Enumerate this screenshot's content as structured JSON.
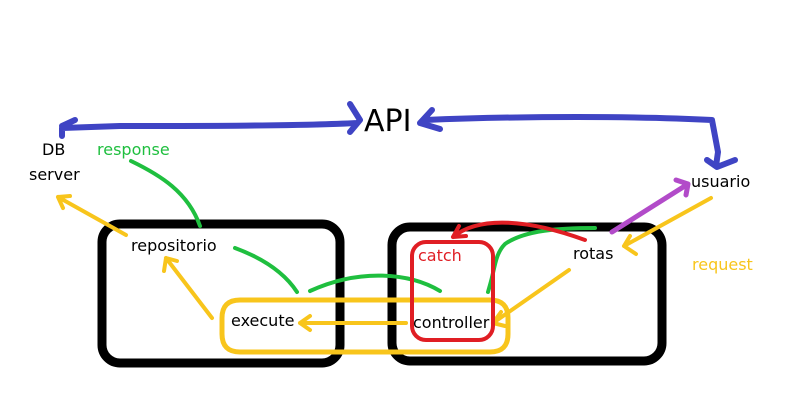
{
  "labels": {
    "api": "API",
    "db_line1": "DB",
    "db_line2": "server",
    "response": "response",
    "repositorio": "repositorio",
    "execute": "execute",
    "catch": "catch",
    "controller": "controller",
    "rotas": "rotas",
    "usuario": "usuario",
    "request": "request"
  },
  "colors": {
    "blue": "#3f44c4",
    "green": "#1fbf3f",
    "yellow": "#f8c51c",
    "red": "#e01e24",
    "purple": "#b24bc9",
    "black": "#000000"
  }
}
